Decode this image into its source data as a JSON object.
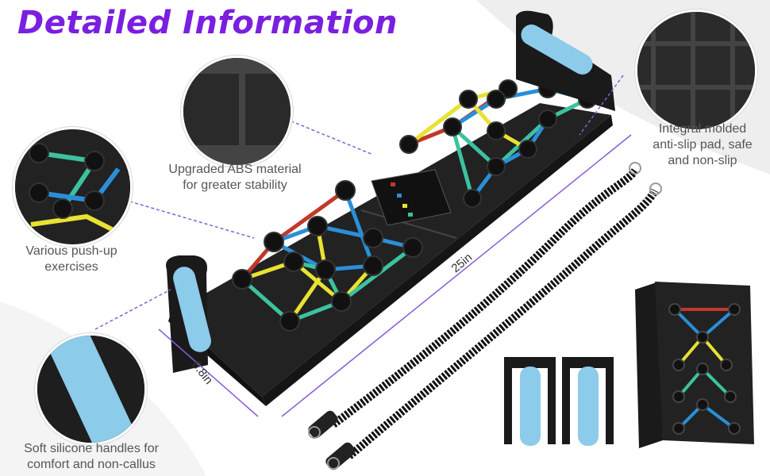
{
  "title": "Detailed Information",
  "callouts": {
    "abs": [
      "Upgraded ABS material",
      "for greater stability"
    ],
    "antislip": [
      "Integral molded",
      "anti-slip pad, safe",
      "and non-slip"
    ],
    "pushup": [
      "Various push-up",
      "exercises"
    ],
    "handles": [
      "Soft silicone handles for",
      "comfort and non-callus"
    ]
  },
  "dimensions": {
    "length": "25in",
    "width": "6.8in"
  },
  "colors": {
    "title": "#7a1fe0",
    "board": "#2b2b2b",
    "handle": "#8ccbea",
    "red": "#c0392b",
    "blue": "#2a8fd8",
    "yellow": "#e8e232",
    "green": "#3cc2a0",
    "dashed": "#8a5bd6"
  }
}
